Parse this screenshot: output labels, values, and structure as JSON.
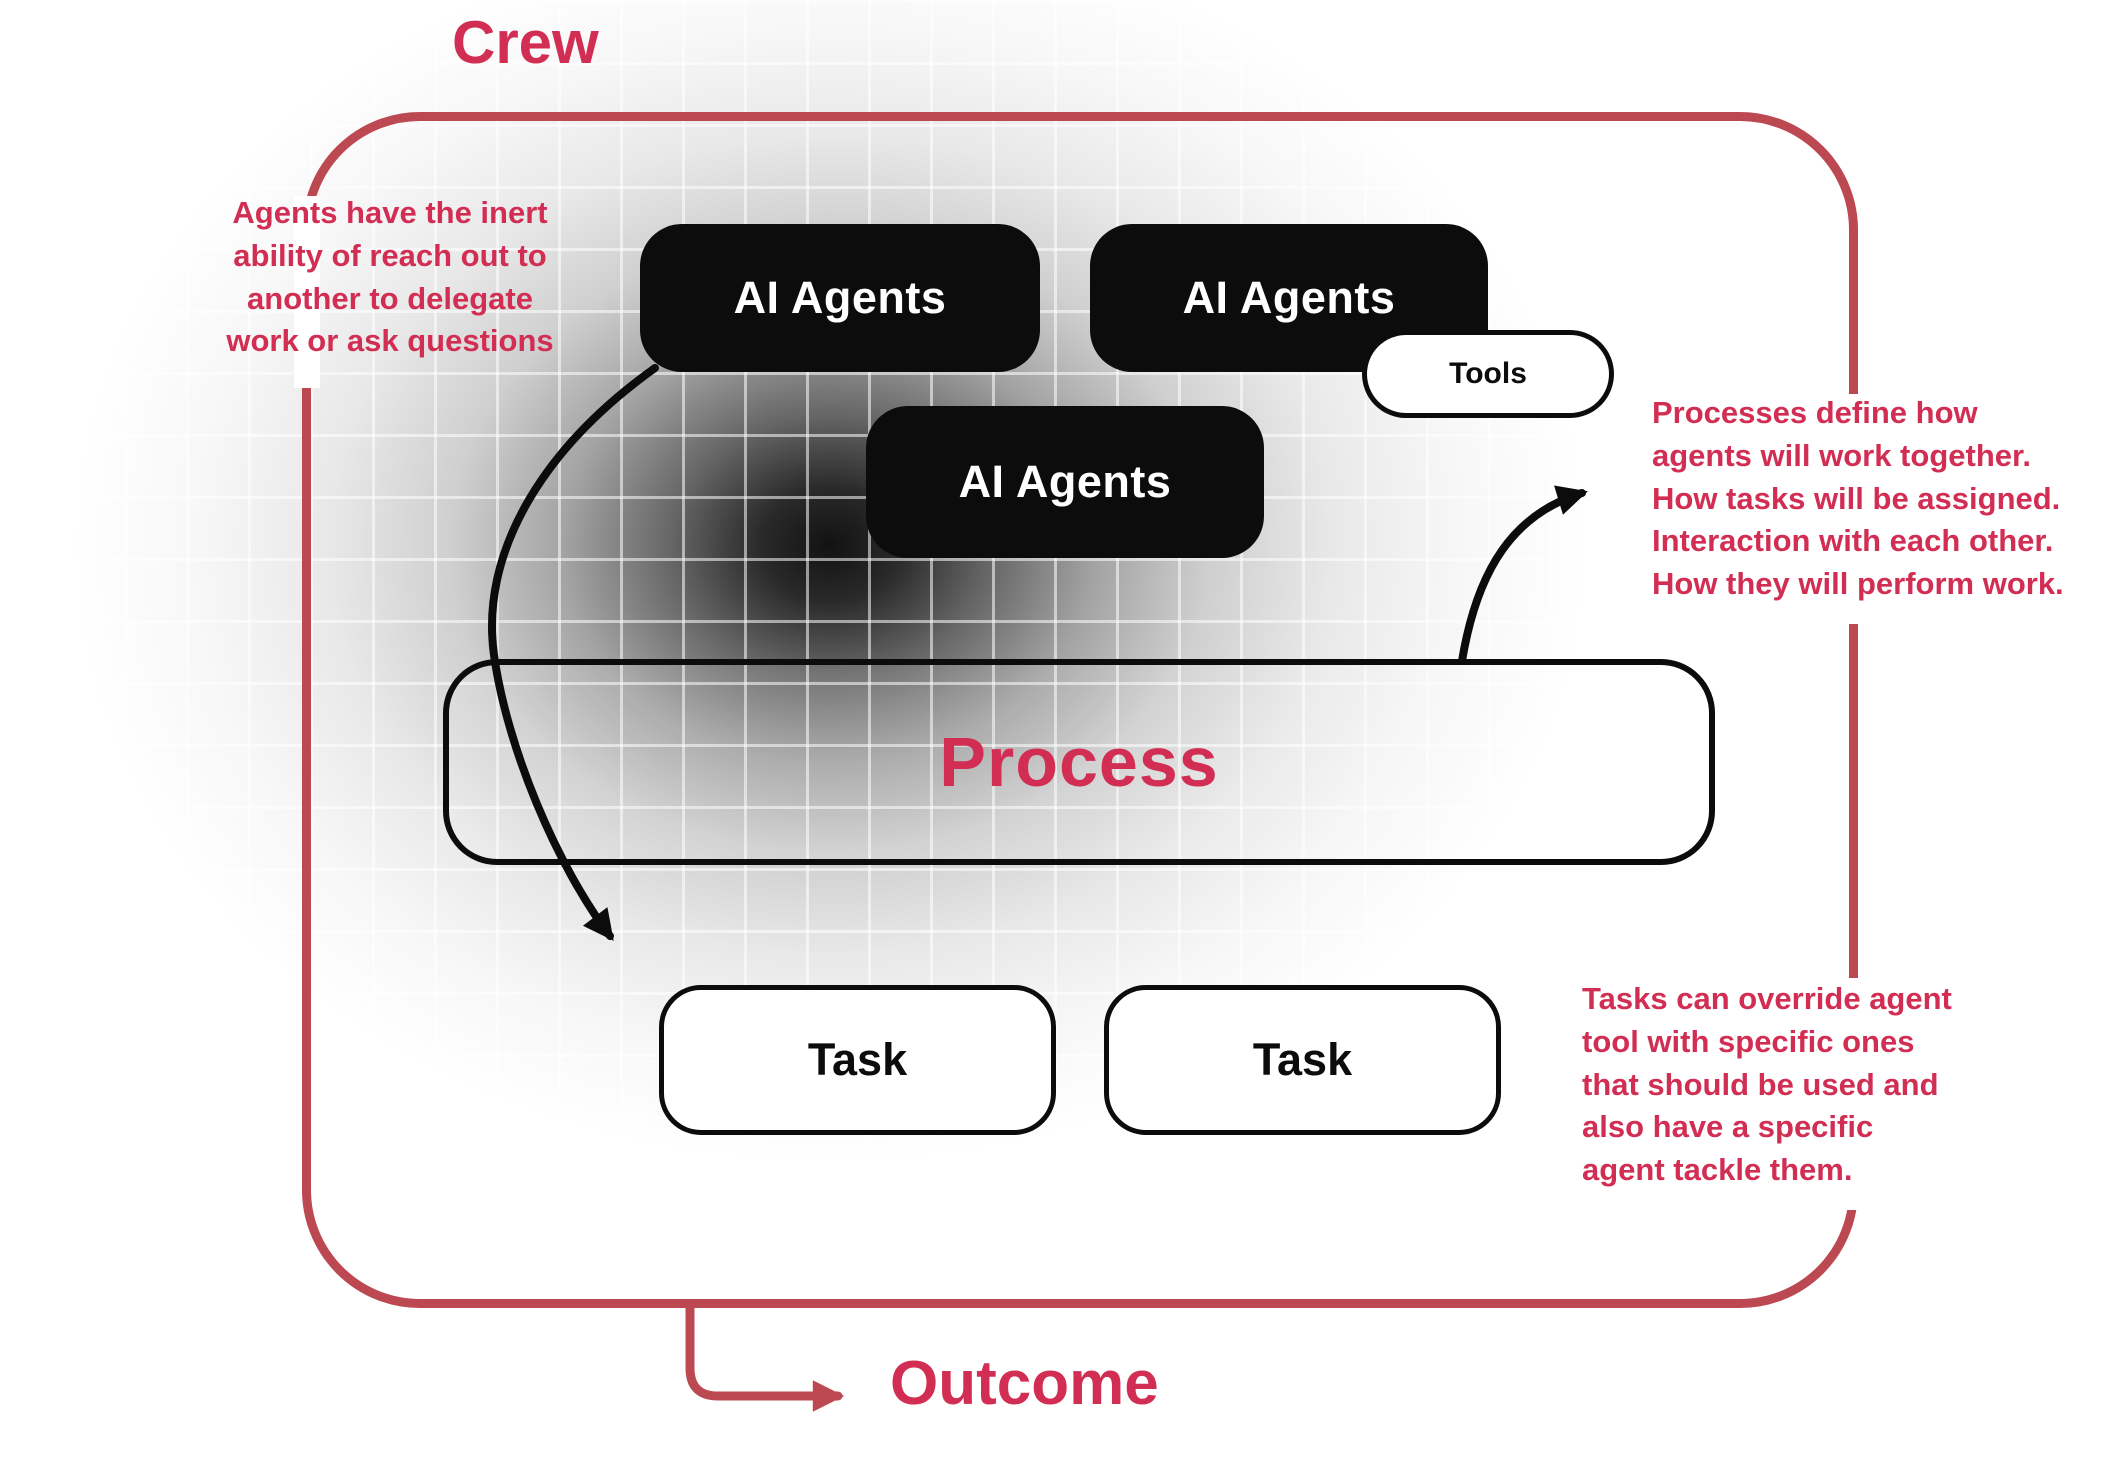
{
  "titles": {
    "crew": "Crew",
    "outcome": "Outcome"
  },
  "boxes": {
    "agents": [
      {
        "label": "AI Agents"
      },
      {
        "label": "AI Agents"
      },
      {
        "label": "AI Agents"
      }
    ],
    "tools": {
      "label": "Tools"
    },
    "process": {
      "label": "Process"
    },
    "tasks": [
      {
        "label": "Task"
      },
      {
        "label": "Task"
      }
    ]
  },
  "annotations": {
    "left": "Agents have the inert\nability of reach out to\nanother to delegate\nwork or ask questions",
    "right_top": "Processes define how\nagents will work together.\nHow tasks will be assigned.\nInteraction with each other.\nHow they will perform work.",
    "right_bottom": "Tasks can override agent\ntool with specific ones\nthat should be used and\nalso have a specific\nagent tackle them."
  },
  "icons": {
    "agent_to_task_arrow": "curved-arrow-down",
    "process_to_note_arrow": "curved-arrow-up-right",
    "crew_to_outcome_arrow": "elbow-arrow-right"
  },
  "colors": {
    "accent_text": "#D22E53",
    "accent_line": "#BC4851",
    "ink": "#0C0C0C"
  }
}
